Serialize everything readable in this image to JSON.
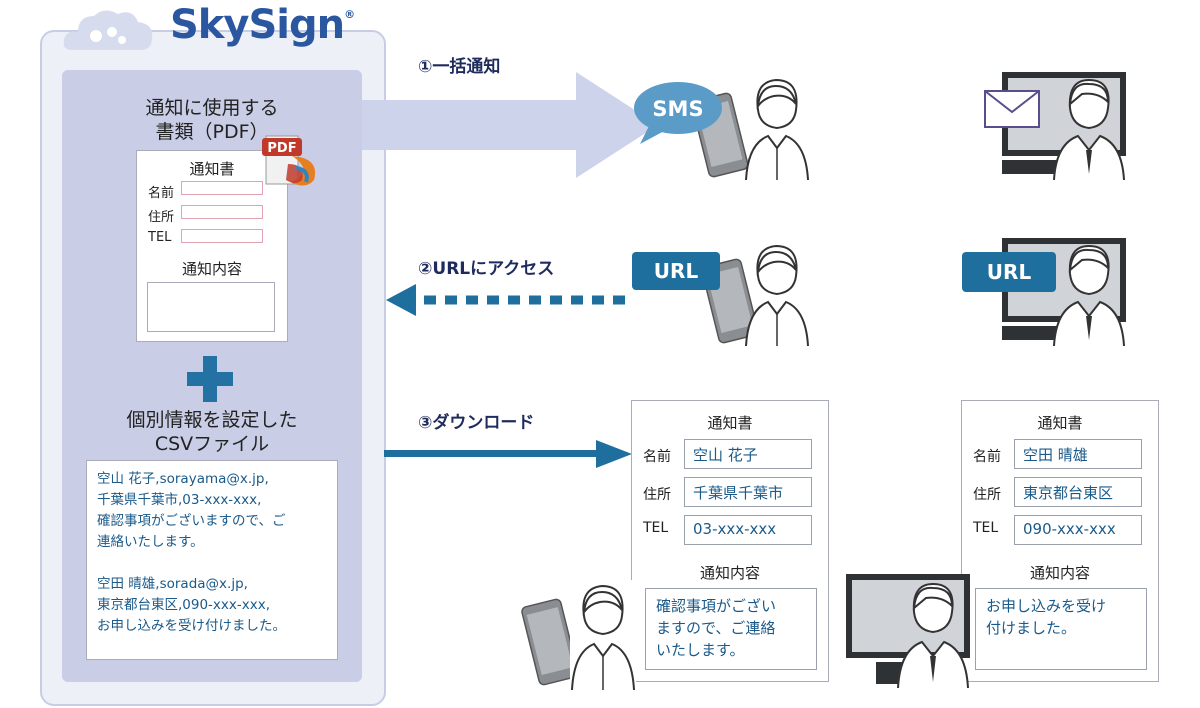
{
  "logo": {
    "text": "SkySign",
    "mark": "®"
  },
  "doc": {
    "title_line1": "通知に使用する",
    "title_line2": "書類（PDF）",
    "form_title": "通知書",
    "name_label": "名前",
    "address_label": "住所",
    "tel_label": "TEL",
    "content_label": "通知内容",
    "pdf_icon_text": "PDF"
  },
  "csv": {
    "title_line1": "個別情報を設定した",
    "title_line2": "CSVファイル",
    "lines": [
      "空山 花子,sorayama@x.jp,",
      "千葉県千葉市,03-xxx-xxx,",
      "確認事項がございますので、ご",
      "連絡いたします。",
      "",
      "空田 晴雄,sorada@x.jp,",
      "東京都台東区,090-xxx-xxx,",
      "お申し込みを受け付けました。"
    ]
  },
  "steps": {
    "step1": "①一括通知",
    "step2": "②URLにアクセス",
    "step3": "③ダウンロード"
  },
  "bubbles": {
    "sms": "SMS",
    "url_phone": "URL",
    "url_pc": "URL"
  },
  "notices": [
    {
      "title": "通知書",
      "name_label": "名前",
      "name": "空山 花子",
      "address_label": "住所",
      "address": "千葉県千葉市",
      "tel_label": "TEL",
      "tel": "03-xxx-xxx",
      "content_label": "通知内容",
      "content_lines": [
        "確認事項がござい",
        "ますので、ご連絡",
        "いたします。"
      ]
    },
    {
      "title": "通知書",
      "name_label": "名前",
      "name": "空田 晴雄",
      "address_label": "住所",
      "address": "東京都台東区",
      "tel_label": "TEL",
      "tel": "090-xxx-xxx",
      "content_label": "通知内容",
      "content_lines": [
        "お申し込みを受け",
        "付けました。"
      ]
    }
  ],
  "colors": {
    "brand_blue": "#2b56a0",
    "arrow_light": "#cdd3ea",
    "arrow_dark": "#1e6f9e",
    "bubble_sms": "#5b9bc7",
    "bubble_url": "#1e6f9e",
    "panel_bg": "#c9cde6"
  },
  "icons": [
    "cloud-gear-icon",
    "pdf-icon",
    "plus-icon",
    "smartphone-icon",
    "person-icon",
    "monitor-icon",
    "envelope-icon"
  ]
}
